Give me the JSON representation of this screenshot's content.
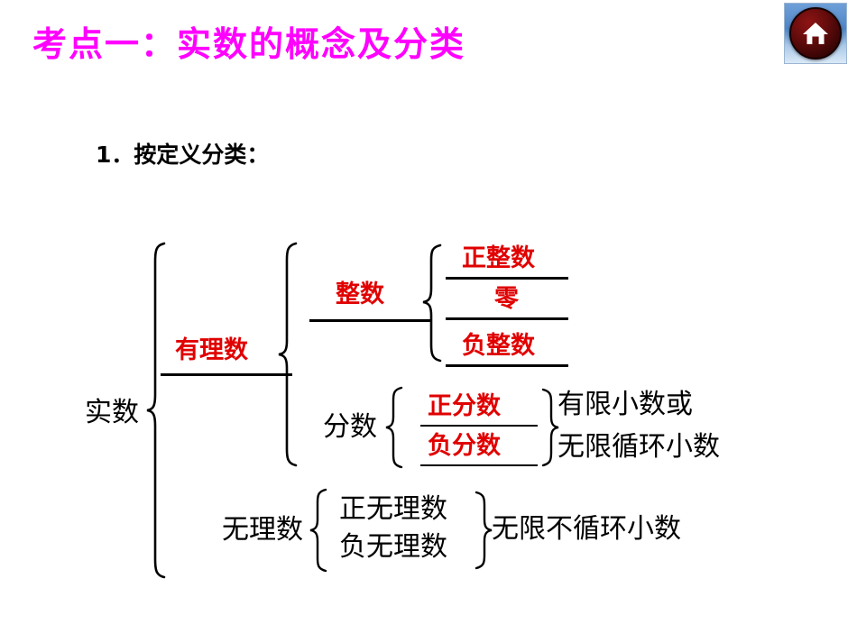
{
  "slide": {
    "title": "考点一：实数的概念及分类",
    "title_color": "#ff00ff",
    "subtitle": "1．按定义分类：",
    "background": "#ffffff"
  },
  "home_button": {
    "icon": "home-icon",
    "label": "",
    "orb_color": "#6b0d0d",
    "glyph_color": "#ffffff"
  },
  "diagram": {
    "type": "classification-tree",
    "root": "实数",
    "red_color": "#e00000",
    "black_color": "#000000",
    "nodes": {
      "real": "实数",
      "rational": "有理数",
      "irrational": "无理数",
      "integer": "整数",
      "fraction": "分数",
      "positive_integer": "正整数",
      "zero": "零",
      "negative_integer": "负整数",
      "positive_fraction": "正分数",
      "negative_fraction": "负分数",
      "positive_irrational": "正无理数",
      "negative_irrational": "负无理数"
    },
    "annotations": {
      "fraction_note_line1": "有限小数或",
      "fraction_note_line2": "无限循环小数",
      "irrational_note": "无限不循环小数"
    }
  }
}
